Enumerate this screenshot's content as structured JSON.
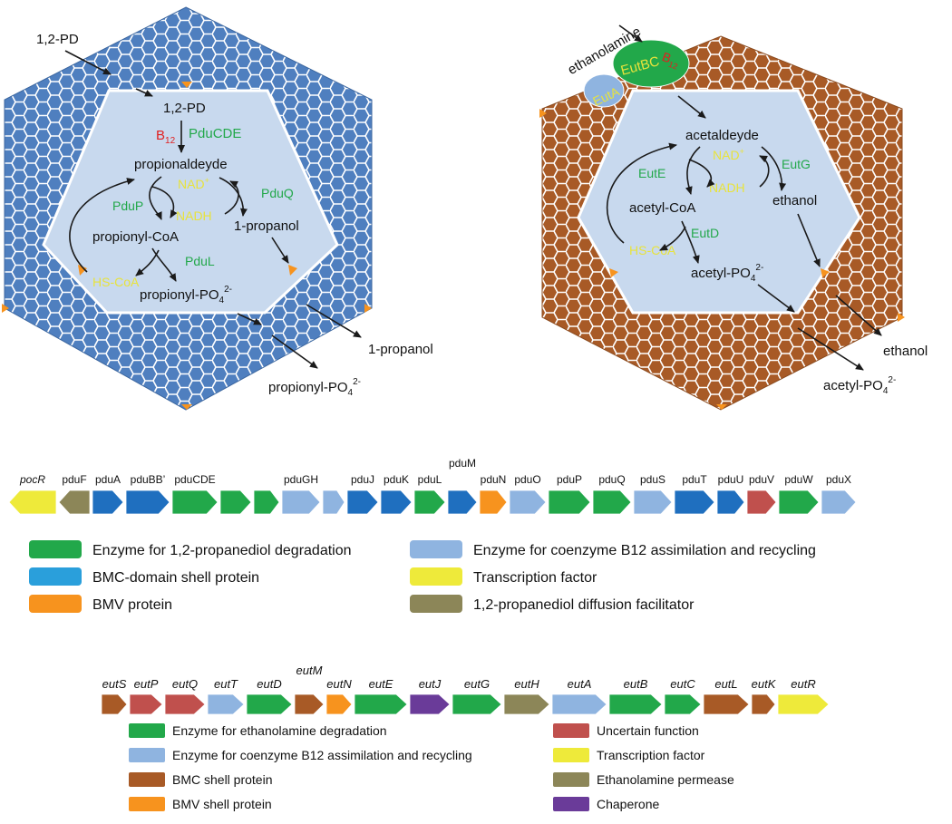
{
  "colors": {
    "pdu_shell": "#4f7fbf",
    "eut_shell": "#a85a26",
    "lumen": "#c8d9ee",
    "enzyme_green": "#22a84a",
    "shell_blue": "#1f6fbf",
    "bmv_orange": "#f7931e",
    "b12_light_blue": "#8fb4e0",
    "tf_yellow": "#eeea3a",
    "diffusion_olive": "#8c8658",
    "uncertain_red": "#c0504d",
    "chaperone_purple": "#6a3b99",
    "cofactor_yellow": "#e8e33c",
    "cofactor_red": "#e02020"
  },
  "pdu_compartment": {
    "outside_substrate": "1,2-PD",
    "inside_substrate": "1,2-PD",
    "cofactor": "B",
    "cofactor_sub": "12",
    "enzyme_cde": "PduCDE",
    "aldehyde": "propionaldeyde",
    "nad": "NAD",
    "nad_sup": "+",
    "nadh": "NADH",
    "enzyme_p": "PduP",
    "enzyme_q": "PduQ",
    "propanol_inside": "1-propanol",
    "acyl_coa": "propionyl-CoA",
    "hs_coa": "HS-CoA",
    "enzyme_l": "PduL",
    "phosphate_inside": "propionyl-PO",
    "po_sub": "4",
    "po_sup": "2-",
    "propanol_out": "1-propanol",
    "phosphate_out": "propionyl-PO"
  },
  "eut_compartment": {
    "substrate": "ethanolamine",
    "eut_a": "EutA",
    "eut_bc": "EutBC",
    "cofactor": "B",
    "cofactor_sub": "12",
    "aldehyde": "acetaldeyde",
    "nad": "NAD",
    "nad_sup": "+",
    "nadh": "NADH",
    "enzyme_e": "EutE",
    "enzyme_g": "EutG",
    "ethanol_inside": "ethanol",
    "acyl_coa": "acetyl-CoA",
    "enzyme_d": "EutD",
    "hs_coa": "HS-CoA",
    "phosphate_inside": "acetyl-PO",
    "po_sub": "4",
    "po_sup": "2-",
    "ethanol_out": "ethanol",
    "phosphate_out": "acetyl-PO"
  },
  "pdu_operon": {
    "genes": [
      {
        "label": "pocR",
        "italic": true,
        "color": "tf_yellow",
        "dir": "left",
        "w": 52
      },
      {
        "label": "pduF",
        "italic": false,
        "color": "diffusion_olive",
        "dir": "left",
        "w": 34
      },
      {
        "label": "pduA",
        "italic": false,
        "color": "shell_blue",
        "dir": "right",
        "w": 34
      },
      {
        "label": "pduBB’",
        "italic": false,
        "color": "shell_blue",
        "dir": "right",
        "w": 48
      },
      {
        "label": "pduCDE",
        "italic": false,
        "color": "enzyme_green",
        "dir": "right",
        "w": 50
      },
      {
        "label": "",
        "italic": false,
        "color": "enzyme_green",
        "dir": "right",
        "w": 34
      },
      {
        "label": "",
        "italic": false,
        "color": "enzyme_green",
        "dir": "right",
        "w": 28
      },
      {
        "label": "pduGH",
        "italic": false,
        "color": "b12_light_blue",
        "dir": "right",
        "w": 42
      },
      {
        "label": "",
        "italic": false,
        "color": "b12_light_blue",
        "dir": "right",
        "w": 24
      },
      {
        "label": "pduJ",
        "italic": false,
        "color": "shell_blue",
        "dir": "right",
        "w": 34
      },
      {
        "label": "pduK",
        "italic": false,
        "color": "shell_blue",
        "dir": "right",
        "w": 34
      },
      {
        "label": "pduL",
        "italic": false,
        "color": "enzyme_green",
        "dir": "right",
        "w": 34
      },
      {
        "label": "pduM",
        "italic": false,
        "color": "shell_blue",
        "dir": "right",
        "w": 32
      },
      {
        "label": "pduN",
        "italic": false,
        "color": "bmv_orange",
        "dir": "right",
        "w": 30
      },
      {
        "label": "pduO",
        "italic": false,
        "color": "b12_light_blue",
        "dir": "right",
        "w": 40
      },
      {
        "label": "pduP",
        "italic": false,
        "color": "enzyme_green",
        "dir": "right",
        "w": 46
      },
      {
        "label": "pduQ",
        "italic": false,
        "color": "enzyme_green",
        "dir": "right",
        "w": 42
      },
      {
        "label": "pduS",
        "italic": false,
        "color": "b12_light_blue",
        "dir": "right",
        "w": 42
      },
      {
        "label": "pduT",
        "italic": false,
        "color": "shell_blue",
        "dir": "right",
        "w": 44
      },
      {
        "label": "pduU",
        "italic": false,
        "color": "shell_blue",
        "dir": "right",
        "w": 30
      },
      {
        "label": "pduV",
        "italic": false,
        "color": "uncertain_red",
        "dir": "right",
        "w": 32
      },
      {
        "label": "pduW",
        "italic": false,
        "color": "enzyme_green",
        "dir": "right",
        "w": 44
      },
      {
        "label": "pduX",
        "italic": false,
        "color": "b12_light_blue",
        "dir": "right",
        "w": 38
      }
    ]
  },
  "pdu_legend": [
    {
      "label": "Enzyme for 1,2-propanediol degradation",
      "color": "enzyme_green"
    },
    {
      "label": "BMC-domain shell protein",
      "color": "#2a9fdb"
    },
    {
      "label": "BMV protein",
      "color": "bmv_orange"
    },
    {
      "label": "Enzyme for coenzyme B12 assimilation and recycling",
      "color": "b12_light_blue"
    },
    {
      "label": "Transcription factor",
      "color": "tf_yellow"
    },
    {
      "label": "1,2-propanediol diffusion facilitator",
      "color": "diffusion_olive"
    }
  ],
  "eut_operon": {
    "genes": [
      {
        "label": "eutS",
        "color": "eut_shell",
        "w": 28
      },
      {
        "label": "eutP",
        "color": "uncertain_red",
        "w": 36
      },
      {
        "label": "eutQ",
        "color": "uncertain_red",
        "w": 44
      },
      {
        "label": "eutT",
        "color": "b12_light_blue",
        "w": 40
      },
      {
        "label": "eutD",
        "color": "enzyme_green",
        "w": 50
      },
      {
        "label": "eutM",
        "color": "eut_shell",
        "w": 32
      },
      {
        "label": "eutN",
        "color": "bmv_orange",
        "w": 28
      },
      {
        "label": "eutE",
        "color": "enzyme_green",
        "w": 58
      },
      {
        "label": "eutJ",
        "color": "chaperone_purple",
        "w": 44
      },
      {
        "label": "eutG",
        "color": "enzyme_green",
        "w": 54
      },
      {
        "label": "eutH",
        "color": "diffusion_olive",
        "w": 50
      },
      {
        "label": "eutA",
        "color": "b12_light_blue",
        "w": 60
      },
      {
        "label": "eutB",
        "color": "enzyme_green",
        "w": 58
      },
      {
        "label": "eutC",
        "color": "enzyme_green",
        "w": 40
      },
      {
        "label": "eutL",
        "color": "eut_shell",
        "w": 50
      },
      {
        "label": "eutK",
        "color": "eut_shell",
        "w": 26
      },
      {
        "label": "eutR",
        "color": "tf_yellow",
        "w": 56
      }
    ]
  },
  "eut_legend": [
    {
      "label": "Enzyme for ethanolamine degradation",
      "color": "enzyme_green"
    },
    {
      "label": "Enzyme for coenzyme B12 assimilation and recycling",
      "color": "b12_light_blue"
    },
    {
      "label": "BMC shell protein",
      "color": "eut_shell"
    },
    {
      "label": "BMV shell protein",
      "color": "bmv_orange"
    },
    {
      "label": "Uncertain function",
      "color": "uncertain_red"
    },
    {
      "label": "Transcription factor",
      "color": "tf_yellow"
    },
    {
      "label": "Ethanolamine permease",
      "color": "diffusion_olive"
    },
    {
      "label": "Chaperone",
      "color": "chaperone_purple"
    }
  ]
}
